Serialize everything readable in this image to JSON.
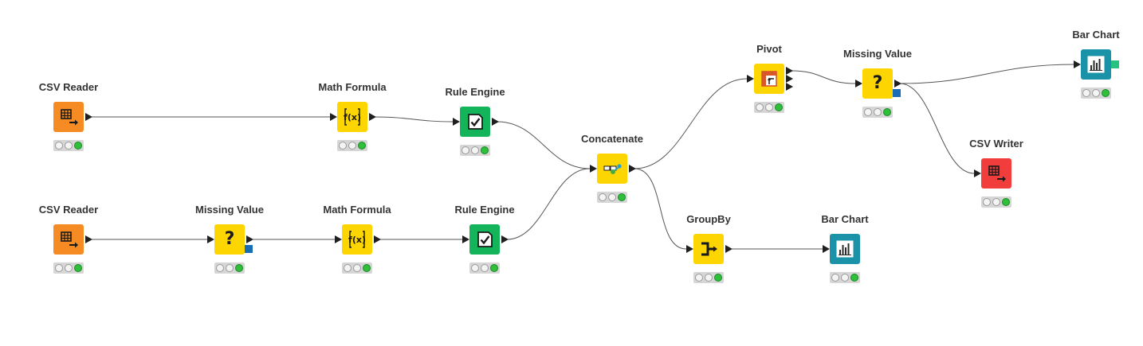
{
  "colors": {
    "source": "#f68b24",
    "manipulator": "#fdd500",
    "rule": "#13b45a",
    "visualizer": "#1a93a8",
    "sink": "#f23d3d",
    "connection": "#555555",
    "port": "#1f1f1f",
    "status_green": "#2fbf3a"
  },
  "nodes": [
    {
      "id": "csv-reader-1",
      "label": "CSV Reader",
      "icon": "table-arrow-icon",
      "category": "source",
      "out_ports": 1,
      "status": "executed"
    },
    {
      "id": "math-formula-1",
      "label": "Math Formula",
      "icon": "fx-icon",
      "category": "manipulator",
      "out_ports": 1,
      "status": "executed"
    },
    {
      "id": "rule-engine-1",
      "label": "Rule Engine",
      "icon": "checkbox-icon",
      "category": "rule",
      "out_ports": 1,
      "status": "executed"
    },
    {
      "id": "csv-reader-2",
      "label": "CSV Reader",
      "icon": "table-arrow-icon",
      "category": "source",
      "out_ports": 1,
      "status": "executed"
    },
    {
      "id": "missing-value-1",
      "label": "Missing Value",
      "icon": "question-icon",
      "category": "manipulator",
      "out_ports": 1,
      "status": "executed"
    },
    {
      "id": "math-formula-2",
      "label": "Math Formula",
      "icon": "fx-icon",
      "category": "manipulator",
      "out_ports": 1,
      "status": "executed"
    },
    {
      "id": "rule-engine-2",
      "label": "Rule Engine",
      "icon": "checkbox-icon",
      "category": "rule",
      "out_ports": 1,
      "status": "executed"
    },
    {
      "id": "concatenate",
      "label": "Concatenate",
      "icon": "concatenate-icon",
      "category": "manipulator",
      "out_ports": 1,
      "status": "executed"
    },
    {
      "id": "pivot",
      "label": "Pivot",
      "icon": "pivot-icon",
      "category": "manipulator",
      "out_ports": 3,
      "status": "executed"
    },
    {
      "id": "missing-value-2",
      "label": "Missing Value",
      "icon": "question-icon",
      "category": "manipulator",
      "out_ports": 1,
      "status": "executed"
    },
    {
      "id": "bar-chart-1",
      "label": "Bar Chart",
      "icon": "bar-chart-icon",
      "category": "visualizer",
      "out_ports": 0,
      "status": "executed"
    },
    {
      "id": "csv-writer",
      "label": "CSV Writer",
      "icon": "table-arrow-icon",
      "category": "sink",
      "out_ports": 0,
      "status": "executed"
    },
    {
      "id": "groupby",
      "label": "GroupBy",
      "icon": "groupby-icon",
      "category": "manipulator",
      "out_ports": 1,
      "status": "executed"
    },
    {
      "id": "bar-chart-2",
      "label": "Bar Chart",
      "icon": "bar-chart-icon",
      "category": "visualizer",
      "out_ports": 0,
      "status": "executed"
    }
  ],
  "connections": [
    [
      "csv-reader-1",
      "math-formula-1"
    ],
    [
      "math-formula-1",
      "rule-engine-1"
    ],
    [
      "rule-engine-1",
      "concatenate"
    ],
    [
      "csv-reader-2",
      "missing-value-1"
    ],
    [
      "missing-value-1",
      "math-formula-2"
    ],
    [
      "math-formula-2",
      "rule-engine-2"
    ],
    [
      "rule-engine-2",
      "concatenate"
    ],
    [
      "concatenate",
      "pivot"
    ],
    [
      "concatenate",
      "groupby"
    ],
    [
      "pivot",
      "missing-value-2"
    ],
    [
      "missing-value-2",
      "bar-chart-1"
    ],
    [
      "missing-value-2",
      "csv-writer"
    ],
    [
      "groupby",
      "bar-chart-2"
    ]
  ]
}
